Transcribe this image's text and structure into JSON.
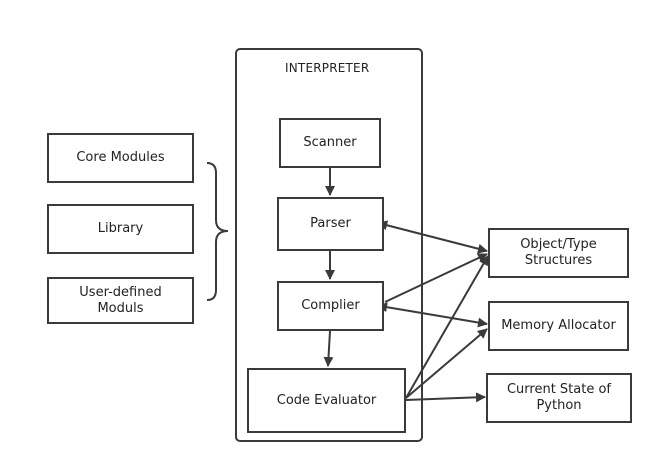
{
  "interpreter": {
    "title": "INTERPRETER",
    "stages": {
      "scanner": "Scanner",
      "parser": "Parser",
      "compiler": "Complier",
      "evaluator": "Code Evaluator"
    }
  },
  "modules": {
    "core": "Core Modules",
    "library": "Library",
    "user_defined": "User-defined Moduls"
  },
  "runtime": {
    "object_types": "Object/Type Structures",
    "memory": "Memory Allocator",
    "state": "Current State of Python"
  },
  "colors": {
    "stroke": "#3a3a3a",
    "text": "#222222"
  }
}
